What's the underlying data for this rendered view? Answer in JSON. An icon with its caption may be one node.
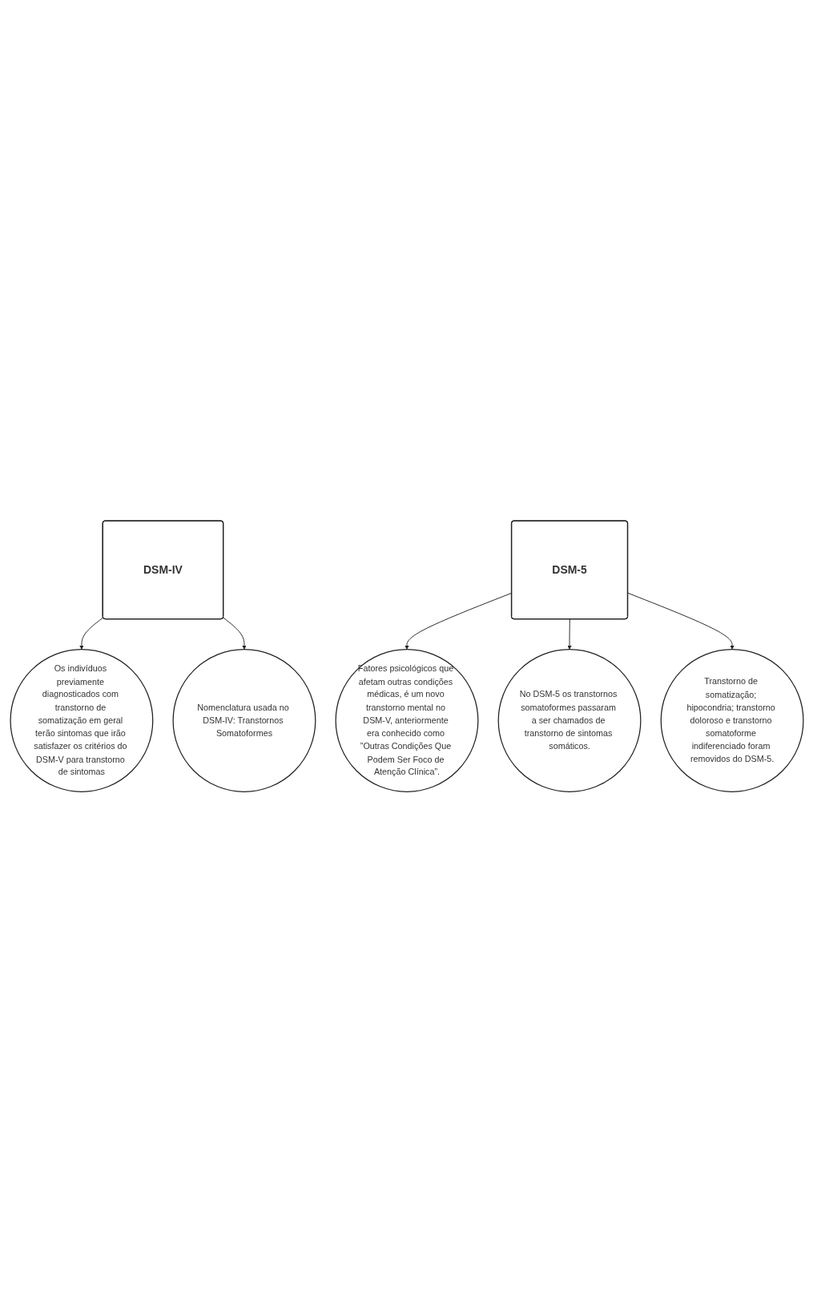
{
  "diagram": {
    "nodes": [
      {
        "text": [
          "DSM-IV"
        ]
      },
      {
        "text": [
          "Os indivíduos previamente diagnosticados com transtorno de somatização em geral terão sintomas que irão satisfazer os critérios do DSM-V para transtorno de sintomas"
        ]
      },
      {
        "text": [
          "Nomenclatura usada no DSM-IV: Transtornos Somatoformes"
        ]
      },
      {
        "text": [
          "Fatores psicológicos que afetam outras condições médicas, é um novo transtorno mental no DSM-V, anteriormente era conhecido como ”Outras Condições Que Podem Ser Foco de Atenção Clínica”."
        ]
      },
      {
        "text": [
          "No DSM-5 os transtornos somatoformes passaram a ser chamados de transtorno de sintomas somáticos."
        ]
      },
      {
        "text": [
          "DSM-5"
        ]
      },
      {
        "text": [
          "Transtorno de somatização; hipocondria; transtorno doloroso e transtorno somatoforme indiferenciado foram removidos do DSM-5."
        ]
      }
    ],
    "edges": [
      {
        "from": 0,
        "to": 1,
        "arrow": "to"
      },
      {
        "from": 0,
        "to": 2,
        "arrow": "to"
      },
      {
        "from": 5,
        "to": 3,
        "arrow": "to"
      },
      {
        "from": 5,
        "to": 4,
        "arrow": "to"
      },
      {
        "from": 5,
        "to": 6,
        "arrow": "to"
      }
    ]
  }
}
